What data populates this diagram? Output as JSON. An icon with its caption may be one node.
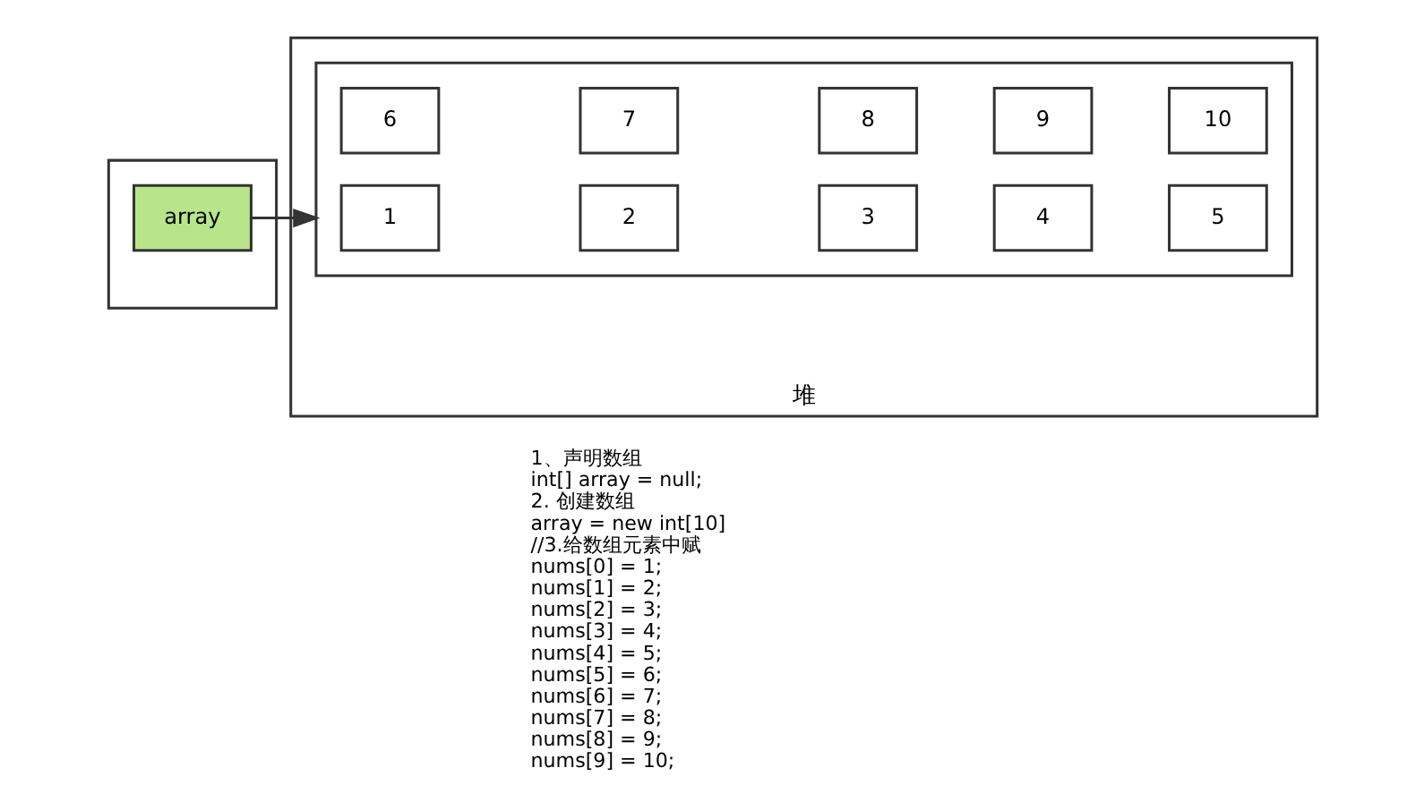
{
  "diagram": {
    "nodes": [
      {
        "text": [],
        "shape": "box"
      },
      {
        "text": [
          "array"
        ],
        "in": 0
      },
      {
        "text": [
          "堆"
        ]
      },
      {
        "text": [],
        "shape": "box",
        "in": 2
      },
      {
        "text": [
          "1"
        ],
        "in": 3
      },
      {
        "text": [
          "2"
        ],
        "in": 3
      },
      {
        "text": [
          "3"
        ],
        "in": 3
      },
      {
        "text": [
          "4"
        ],
        "in": 3
      },
      {
        "text": [
          "5"
        ],
        "in": 3
      },
      {
        "text": [
          "6"
        ],
        "in": 3
      },
      {
        "text": [
          "7"
        ],
        "in": 3
      },
      {
        "text": [
          "8"
        ],
        "in": 3
      },
      {
        "text": [
          "9"
        ],
        "in": 3
      },
      {
        "text": [
          "10"
        ],
        "in": 3
      }
    ],
    "edges": [
      {
        "from": 1,
        "to": 3,
        "arrow": "to"
      }
    ],
    "labels": [
      "1、声明数组",
      "int[] array = null;",
      "2. 创建数组",
      "array = new int[10]",
      "//3.给数组元素中赋",
      "nums[0] = 1;",
      "nums[1] = 2;",
      "nums[2] = 3;",
      "nums[3] = 4;",
      "nums[4] = 5;",
      "nums[5] = 6;",
      "nums[6] = 7;",
      "nums[7] = 8;",
      "nums[8] = 9;",
      "nums[9] = 10;"
    ]
  }
}
